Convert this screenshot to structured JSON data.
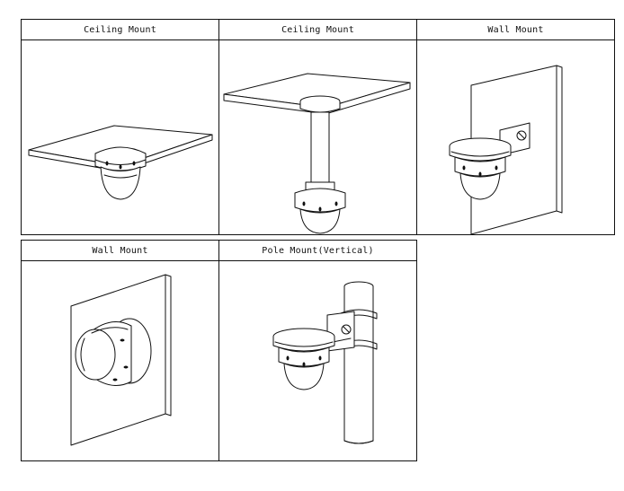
{
  "table": {
    "row1": [
      {
        "label": "Ceiling Mount",
        "illustration": "ceiling-mount-flush"
      },
      {
        "label": "Ceiling Mount",
        "illustration": "ceiling-mount-pendant"
      },
      {
        "label": "Wall Mount",
        "illustration": "wall-mount-bracket"
      }
    ],
    "row2": [
      {
        "label": "Wall Mount",
        "illustration": "wall-mount-side"
      },
      {
        "label": "Pole Mount(Vertical)",
        "illustration": "pole-mount-vertical"
      }
    ]
  }
}
